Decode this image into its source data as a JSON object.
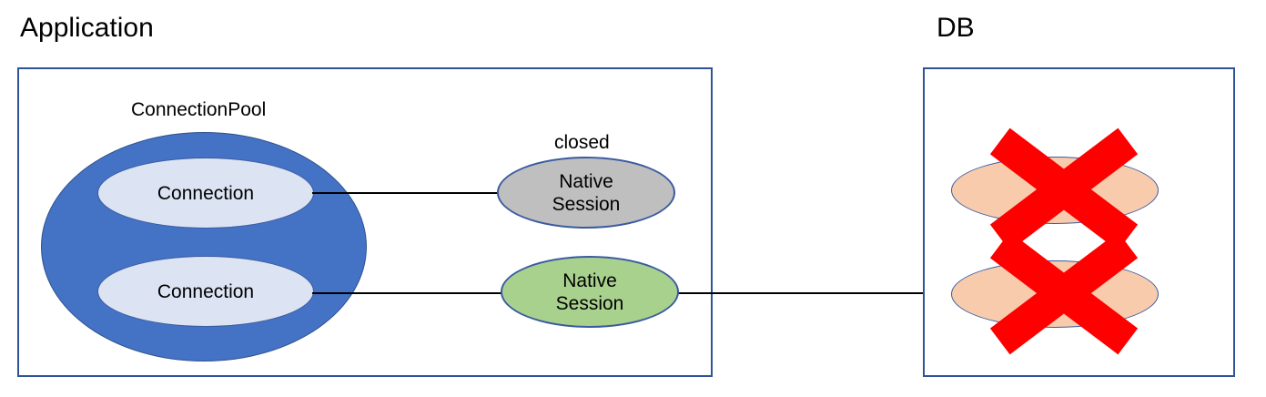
{
  "diagram": {
    "title_application": "Application",
    "title_db": "DB",
    "pool": {
      "label": "ConnectionPool",
      "connections": [
        {
          "label": "Connection"
        },
        {
          "label": "Connection"
        }
      ]
    },
    "sessions": [
      {
        "state_label": "closed",
        "line1": "Native",
        "line2": "Session",
        "fill": "#BFBFBF"
      },
      {
        "state_label": "",
        "line1": "Native",
        "line2": "Session",
        "fill": "#A9D18E"
      }
    ],
    "db_sessions": [
      {
        "line1": "",
        "line2": "",
        "fill": "#F8CBAD",
        "marked": "x-mark"
      },
      {
        "line1": "",
        "line2": "",
        "fill": "#F8CBAD",
        "marked": "x-mark"
      }
    ],
    "colors": {
      "box_border": "#2E5496",
      "pool_fill": "#4472C4",
      "connection_fill": "#DCE3F3",
      "session_closed_fill": "#BFBFBF",
      "session_active_fill": "#A9D18E",
      "db_session_fill": "#F8CBAD",
      "x_mark": "#FF0000",
      "connector": "#000000"
    }
  }
}
